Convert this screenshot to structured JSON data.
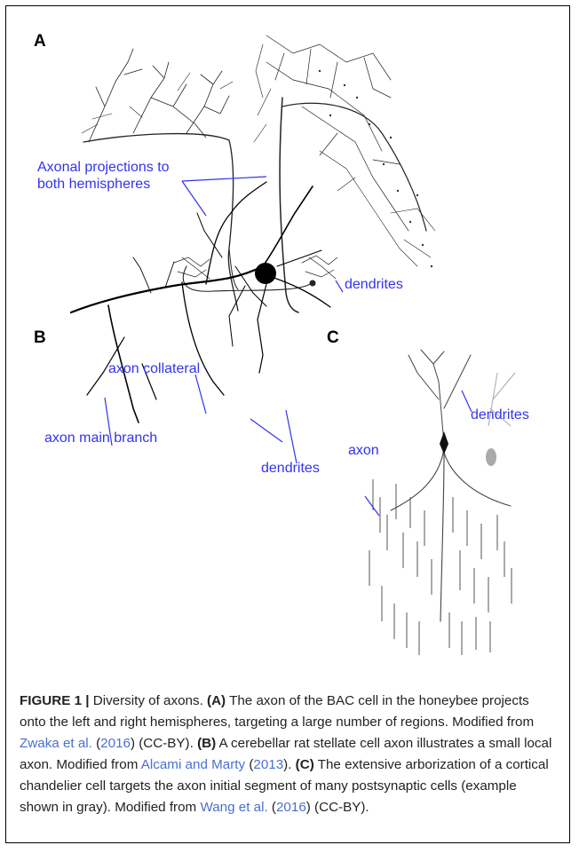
{
  "panels": {
    "a": {
      "letter": "A",
      "labels": [
        "Axonal projections to",
        "both hemispheres",
        "dendrites"
      ]
    },
    "b": {
      "letter": "B",
      "labels": [
        "axon collateral",
        "axon main branch",
        "dendrites"
      ]
    },
    "c": {
      "letter": "C",
      "labels": [
        "dendrites",
        "axon"
      ]
    }
  },
  "caption": {
    "figure_label": "FIGURE 1 |",
    "intro": " Diversity of axons. ",
    "a_label": "(A)",
    "a_text": " The axon of the BAC cell in the honeybee projects onto the left and right hemispheres, targeting a large number of regions. Modified from ",
    "a_ref": "Zwaka et al.",
    "a_paren_open": " (",
    "a_year": "2016",
    "a_after": ") (CC-BY). ",
    "b_label": "(B)",
    "b_text": " A cerebellar rat stellate cell axon illustrates a small local axon. Modified from ",
    "b_ref": "Alcami and Marty",
    "b_paren_open": " (",
    "b_year": "2013",
    "b_after": "). ",
    "c_label": "(C)",
    "c_text": " The extensive arborization of a cortical chandelier cell targets the axon initial segment of many postsynaptic cells (example shown in gray). Modified from ",
    "c_ref": "Wang et al.",
    "c_paren_open": " (",
    "c_year": "2016",
    "c_after": ") (CC-BY)."
  },
  "colors": {
    "annotation": "#3333ee",
    "reference": "#4a6fd1"
  }
}
